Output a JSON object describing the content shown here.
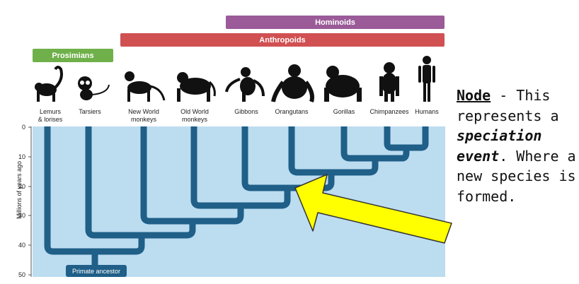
{
  "groups": {
    "hominoids": "Hominoids",
    "anthropoids": "Anthropoids",
    "prosimians": "Prosimians"
  },
  "species": [
    {
      "id": "lemurs",
      "label": "Lemurs\n& lorises",
      "icon": "lemur-icon"
    },
    {
      "id": "tarsiers",
      "label": "Tarsiers",
      "icon": "tarsier-icon"
    },
    {
      "id": "newworld",
      "label": "New World\nmonkeys",
      "icon": "new-world-monkey-icon"
    },
    {
      "id": "oldworld",
      "label": "Old World\nmonkeys",
      "icon": "old-world-monkey-icon"
    },
    {
      "id": "gibbons",
      "label": "Gibbons",
      "icon": "gibbon-icon"
    },
    {
      "id": "orangutans",
      "label": "Orangutans",
      "icon": "orangutan-icon"
    },
    {
      "id": "gorillas",
      "label": "Gorillas",
      "icon": "gorilla-icon"
    },
    {
      "id": "chimpanzees",
      "label": "Chimpanzees",
      "icon": "chimpanzee-icon"
    },
    {
      "id": "humans",
      "label": "Humans",
      "icon": "human-icon"
    }
  ],
  "axis": {
    "label": "Millions of years ago",
    "ticks": [
      0,
      10,
      20,
      30,
      40,
      50
    ]
  },
  "root_label": "Primate ancestor",
  "note": {
    "node_word": "Node",
    "dash": " - This represents a ",
    "emphasis": "speciation event",
    "rest": ". Where a new species is formed."
  },
  "colors": {
    "hominoids": "#9a5b98",
    "anthropoids": "#d15052",
    "prosimians": "#6fb04a",
    "panel": "#bcdcf0",
    "branch": "#1f5f88",
    "arrow": "#ffff00"
  }
}
